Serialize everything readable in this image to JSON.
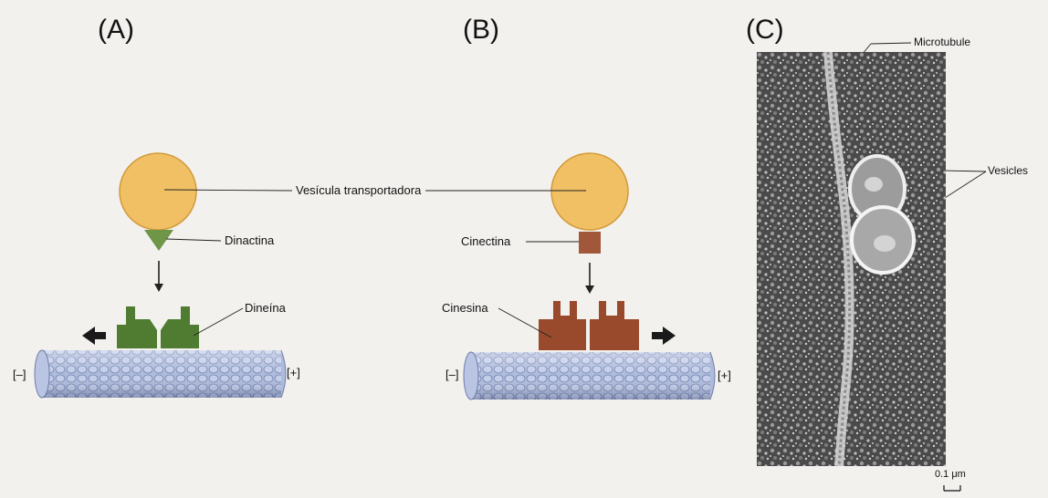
{
  "panels": {
    "a": {
      "label": "(A)"
    },
    "b": {
      "label": "(B)"
    },
    "c": {
      "label": "(C)"
    }
  },
  "labels": {
    "vesicula": "Vesícula transportadora",
    "dinactina": "Dinactina",
    "dineina": "Dineína",
    "cinectina": "Cinectina",
    "cinesina": "Cinesina",
    "minus_a": "[–]",
    "plus_a": "[+]",
    "minus_b": "[–]",
    "plus_b": "[+]",
    "microtubule": "Microtubule",
    "vesicles": "Vesicles",
    "scale": "0.1 μm"
  },
  "colors": {
    "vesicle": "#f1c064",
    "dynein": "#4f7c31",
    "dynactin": "#6f9547",
    "kinesin": "#9a4a2c",
    "kinectin": "#a1573a",
    "microtubule": "#a7b6d8"
  }
}
